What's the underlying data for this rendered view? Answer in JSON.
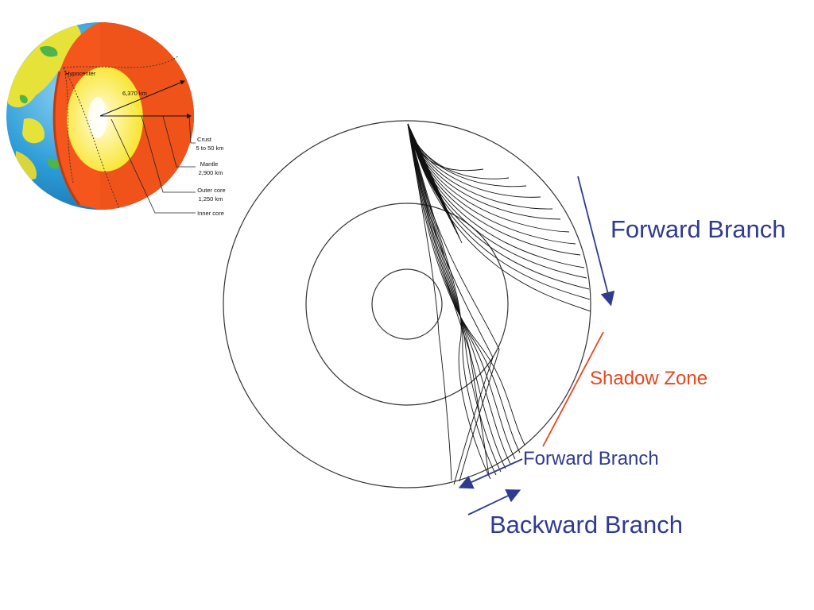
{
  "earth_inset": {
    "hypocenter_label": "Hypocenter",
    "radius_label": "6,370 km",
    "layers": [
      {
        "name": "Crust",
        "thickness": "5 to 50 km"
      },
      {
        "name": "Mantle",
        "thickness": "2,900 km"
      },
      {
        "name": "Outer core",
        "thickness": "1,250 km"
      },
      {
        "name": "Inner core",
        "thickness": ""
      }
    ]
  },
  "ray_diagram": {
    "labels": {
      "forward_branch_top": "Forward Branch",
      "shadow_zone": "Shadow Zone",
      "forward_branch_bottom": "Forward Branch",
      "backward_branch": "Backward Branch"
    }
  },
  "colors": {
    "label_blue": "#2e3b8f",
    "shadow_red": "#e8461e",
    "mantle_orange": "#f4561c",
    "core_yellow": "#f7e21c",
    "ocean_blue": "#2a9bd7",
    "land_yellow": "#e6e23a"
  }
}
